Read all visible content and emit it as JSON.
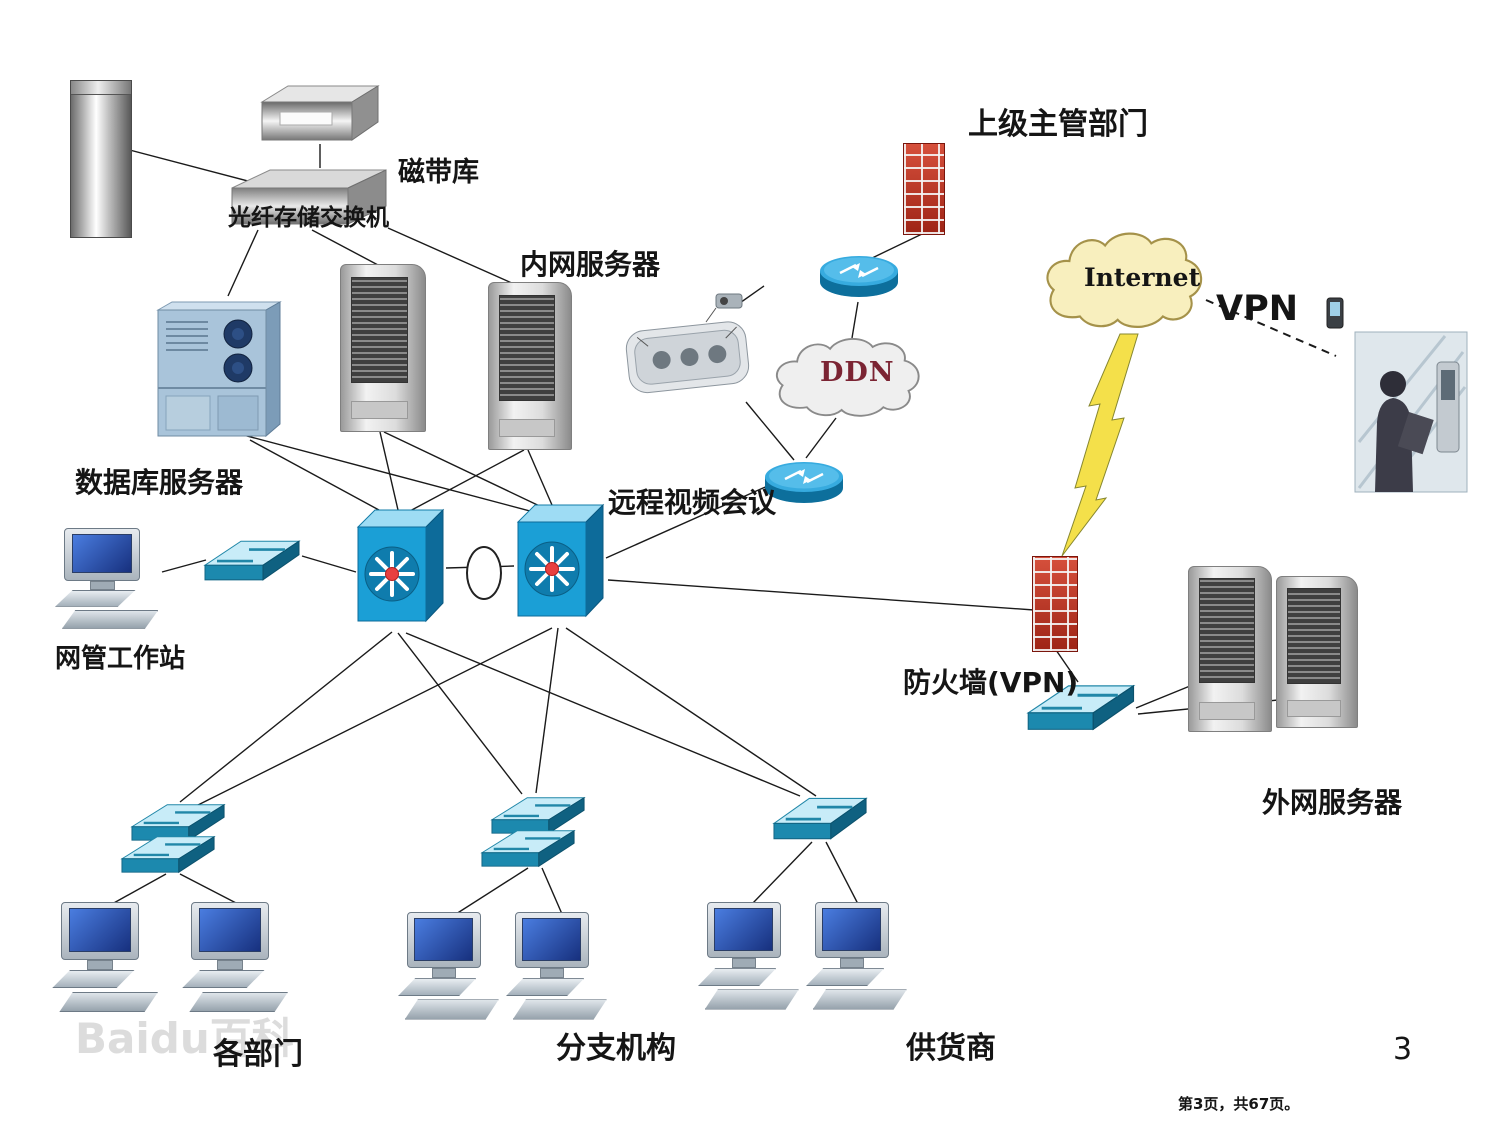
{
  "slide": {
    "page_number": "3",
    "footer": "第3页，共67页。",
    "watermark": "Baidu百科"
  },
  "labels": {
    "tape_library": "磁带库",
    "fiber_storage_switch": "光纤存储交换机",
    "intranet_server": "内网服务器",
    "database_server": "数据库服务器",
    "nms_workstation": "网管工作站",
    "remote_video_conference": "远程视频会议",
    "superior_department": "上级主管部门",
    "ddn": "DDN",
    "internet": "Internet",
    "vpn": "VPN",
    "firewall_vpn": "防火墙(VPN)",
    "external_server": "外网服务器",
    "departments": "各部门",
    "branch_offices": "分支机构",
    "suppliers": "供货商"
  },
  "colors": {
    "switch_blue": "#1b9fd6",
    "firewall_red": "#b53422",
    "internet_cloud_fill": "#f8efbe",
    "ddn_cloud_fill": "#efefef",
    "ddn_text": "#7b2433",
    "line": "#1a1a1a"
  }
}
